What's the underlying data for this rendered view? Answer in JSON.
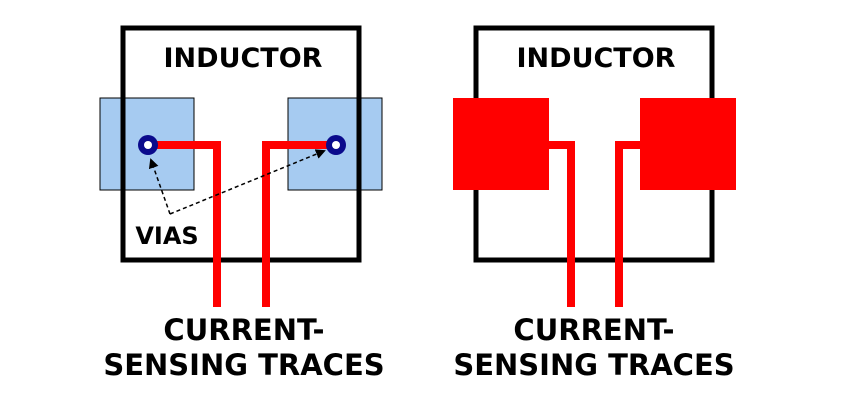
{
  "left_panel": {
    "component_label": "INDUCTOR",
    "vias_label": "VIAS",
    "traces_label_line1": "CURRENT-",
    "traces_label_line2": "SENSING TRACES"
  },
  "right_panel": {
    "component_label": "INDUCTOR",
    "traces_label_line1": "CURRENT-",
    "traces_label_line2": "SENSING TRACES"
  },
  "colors": {
    "outline": "#000000",
    "pad_left_panel": "#a6cbf1",
    "pad_right_panel": "#ff0000",
    "trace": "#ff0000",
    "via_ring": "#0a0a8c",
    "background": "#ffffff"
  }
}
